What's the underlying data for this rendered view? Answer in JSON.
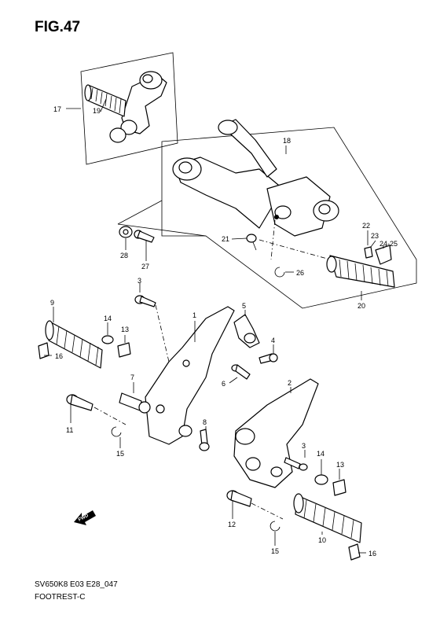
{
  "figure": {
    "title": "FIG.47"
  },
  "footer": {
    "code": "SV650K8 E03 E28_047",
    "name": "FOOTREST-C"
  },
  "fwd_label": "FWD",
  "callouts": [
    {
      "id": "c17",
      "text": "17"
    },
    {
      "id": "c19",
      "text": "19"
    },
    {
      "id": "c18",
      "text": "18"
    },
    {
      "id": "c21",
      "text": "21"
    },
    {
      "id": "c22",
      "text": "22"
    },
    {
      "id": "c23",
      "text": "23"
    },
    {
      "id": "c2425",
      "text": "24-25"
    },
    {
      "id": "c26",
      "text": "26"
    },
    {
      "id": "c20",
      "text": "20"
    },
    {
      "id": "c28",
      "text": "28"
    },
    {
      "id": "c27",
      "text": "27"
    },
    {
      "id": "c3a",
      "text": "3"
    },
    {
      "id": "c9",
      "text": "9"
    },
    {
      "id": "c14a",
      "text": "14"
    },
    {
      "id": "c13a",
      "text": "13"
    },
    {
      "id": "c16a",
      "text": "16"
    },
    {
      "id": "c1",
      "text": "1"
    },
    {
      "id": "c5",
      "text": "5"
    },
    {
      "id": "c4",
      "text": "4"
    },
    {
      "id": "c6",
      "text": "6"
    },
    {
      "id": "c7",
      "text": "7"
    },
    {
      "id": "c11",
      "text": "11"
    },
    {
      "id": "c15a",
      "text": "15"
    },
    {
      "id": "c8",
      "text": "8"
    },
    {
      "id": "c2",
      "text": "2"
    },
    {
      "id": "c3b",
      "text": "3"
    },
    {
      "id": "c14b",
      "text": "14"
    },
    {
      "id": "c13b",
      "text": "13"
    },
    {
      "id": "c12",
      "text": "12"
    },
    {
      "id": "c10",
      "text": "10"
    },
    {
      "id": "c15b",
      "text": "15"
    },
    {
      "id": "c16b",
      "text": "16"
    }
  ]
}
